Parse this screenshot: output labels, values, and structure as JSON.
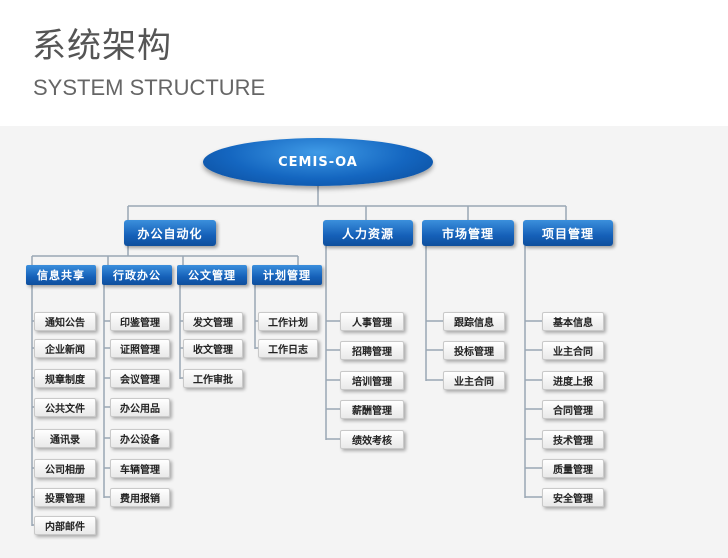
{
  "header": {
    "title_cn": "系统架构",
    "title_en": "SYSTEM STRUCTURE"
  },
  "diagram": {
    "root": "CEMIS-OA",
    "majors": [
      {
        "id": "office",
        "label": "办公自动化"
      },
      {
        "id": "hr",
        "label": "人力资源"
      },
      {
        "id": "market",
        "label": "市场管理"
      },
      {
        "id": "project",
        "label": "项目管理"
      }
    ],
    "office_groups": [
      {
        "id": "info",
        "label": "信息共享",
        "items": [
          "通知公告",
          "企业新闻",
          "规章制度",
          "公共文件",
          "通讯录",
          "公司相册",
          "投票管理",
          "内部邮件"
        ]
      },
      {
        "id": "admin",
        "label": "行政办公",
        "items": [
          "印鉴管理",
          "证照管理",
          "会议管理",
          "办公用品",
          "办公设备",
          "车辆管理",
          "费用报销"
        ]
      },
      {
        "id": "doc",
        "label": "公文管理",
        "items": [
          "发文管理",
          "收文管理",
          "工作审批"
        ]
      },
      {
        "id": "plan",
        "label": "计划管理",
        "items": [
          "工作计划",
          "工作日志"
        ]
      }
    ],
    "hr_items": [
      "人事管理",
      "招聘管理",
      "培训管理",
      "薪酬管理",
      "绩效考核"
    ],
    "market_items": [
      "跟踪信息",
      "投标管理",
      "业主合同"
    ],
    "project_items": [
      "基本信息",
      "业主合同",
      "进度上报",
      "合同管理",
      "技术管理",
      "质量管理",
      "安全管理"
    ]
  }
}
